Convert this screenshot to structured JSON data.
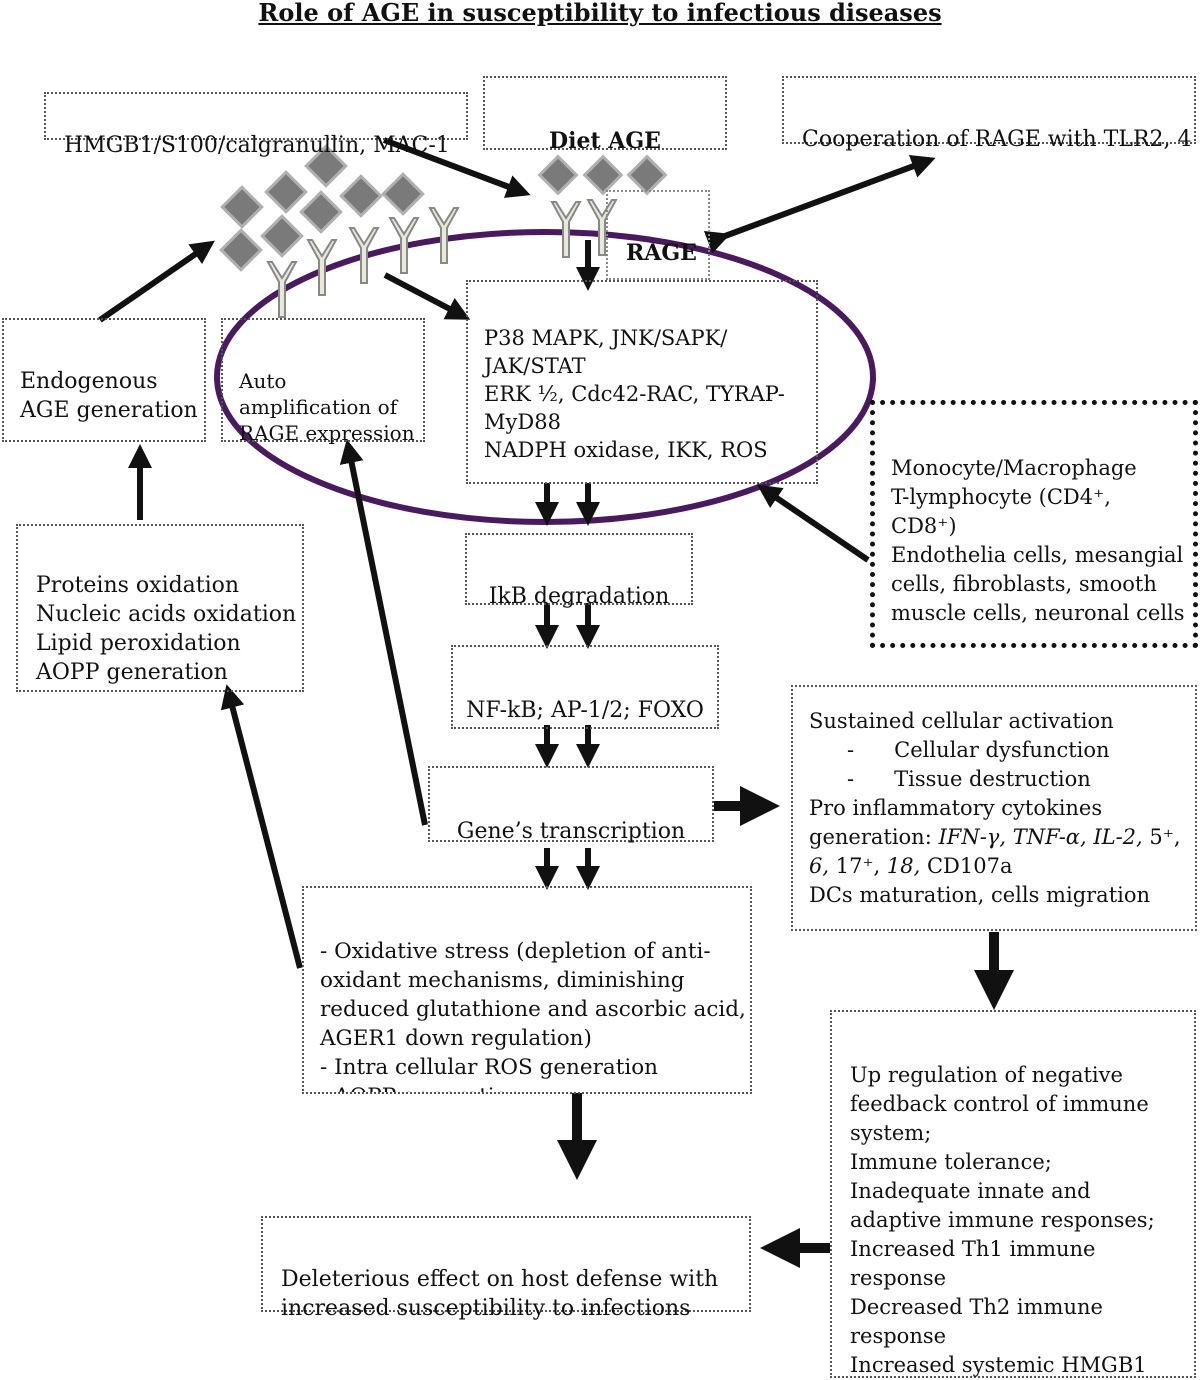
{
  "title": "Role of AGE in susceptibility to infectious diseases",
  "boxes": {
    "hmgb1": "HMGB1/S100/calgranullin, MAC-1",
    "diet_age": "Diet AGE",
    "tlr": "Cooperation of RAGE with TLR2, 4",
    "rage": "RAGE",
    "endogenous": "Endogenous\nAGE generation",
    "auto_amp": "Auto\namplification of\nRAGE expression",
    "signaling": "P38 MAPK, JNK/SAPK/\nJAK/STAT\nERK ½, Cdc42-RAC, TYRAP-\nMyD88\nNADPH oxidase, IKK, ROS",
    "cells": "Monocyte/Macrophage\nT-lymphocyte (CD4⁺,\nCD8⁺)\nEndothelia cells, mesangial\ncells, fibroblasts, smooth\nmuscle cells, neuronal cells",
    "oxidation": "Proteins oxidation\nNucleic acids oxidation\nLipid peroxidation\nAOPP generation",
    "ikb": "IkB degradation",
    "nfkb": "NF-kB; AP-1/2; FOXO",
    "transcription": "Gene’s transcription",
    "sustained": {
      "line1": "Sustained cellular activation",
      "line2": "-      Cellular dysfunction",
      "line3": "-      Tissue destruction",
      "line4": "Pro inflammatory cytokines",
      "line5_prefix": "generation: ",
      "line5_italic1": "IFN-γ, TNF-α, IL-2,",
      "line5_rest": " 5⁺,",
      "line6_italic": "6,",
      "line6_rest": " 17⁺, ",
      "line6_italic2": "18,",
      "line6_end": " CD107a",
      "line7": "DCs maturation, cells migration"
    },
    "oxidative_stress": "- Oxidative stress (depletion of anti-\noxidant mechanisms, diminishing\nreduced glutathione and ascorbic acid,\nAGER1 down regulation)\n- Intra cellular ROS generation\n- AOPP generation",
    "upregulation": "Up regulation of negative\nfeedback control of immune\nsystem;\nImmune tolerance;\nInadequate innate and\nadaptive immune responses;\nIncreased Th1 immune\nresponse\nDecreased Th2 immune\nresponse\nIncreased systemic HMGB1",
    "deleterious": "Deleterious effect on host defense with\nincreased susceptibility to infections"
  },
  "colors": {
    "membrane": "#4a1a5e",
    "ligand": "#7a7a7a",
    "ligand_edge": "#b0b0b0",
    "receptor": "#e8e8d8",
    "arrow": "#111111"
  }
}
